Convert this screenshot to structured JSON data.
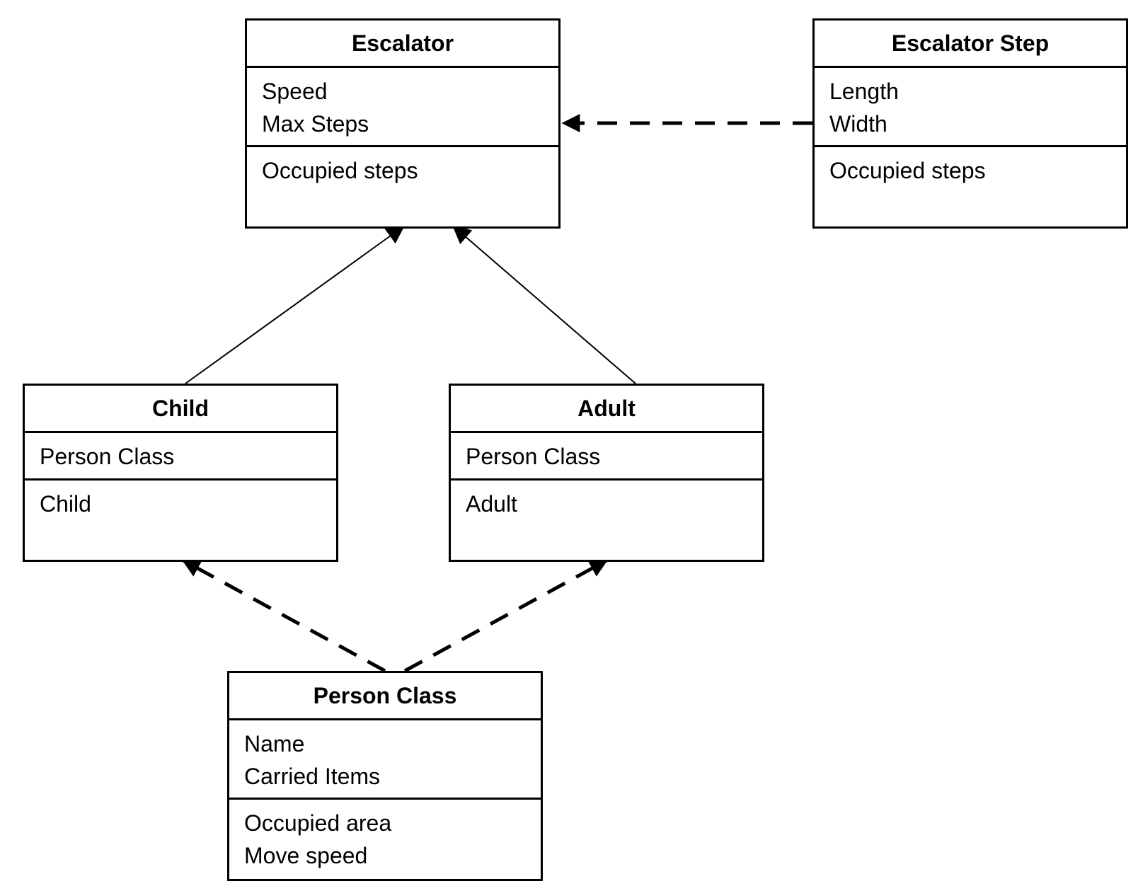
{
  "classes": {
    "escalator": {
      "name": "Escalator",
      "attributes": [
        "Speed",
        "Max Steps"
      ],
      "operations": [
        "Occupied steps"
      ]
    },
    "escalator_step": {
      "name": "Escalator Step",
      "attributes": [
        "Length",
        "Width"
      ],
      "operations": [
        "Occupied steps"
      ]
    },
    "child": {
      "name": "Child",
      "attributes": [
        "Person Class"
      ],
      "operations": [
        "Child"
      ]
    },
    "adult": {
      "name": "Adult",
      "attributes": [
        "Person Class"
      ],
      "operations": [
        "Adult"
      ]
    },
    "person_class": {
      "name": "Person Class",
      "attributes": [
        "Name",
        "Carried Items"
      ],
      "operations": [
        "Occupied area",
        "Move speed"
      ]
    }
  },
  "relations": [
    {
      "from": "escalator_step",
      "to": "escalator",
      "style": "dashed"
    },
    {
      "from": "child",
      "to": "escalator",
      "style": "solid"
    },
    {
      "from": "adult",
      "to": "escalator",
      "style": "solid"
    },
    {
      "from": "person_class",
      "to": "child",
      "style": "dashed"
    },
    {
      "from": "person_class",
      "to": "adult",
      "style": "dashed"
    }
  ],
  "colors": {
    "line": "#000000",
    "background": "#ffffff"
  }
}
